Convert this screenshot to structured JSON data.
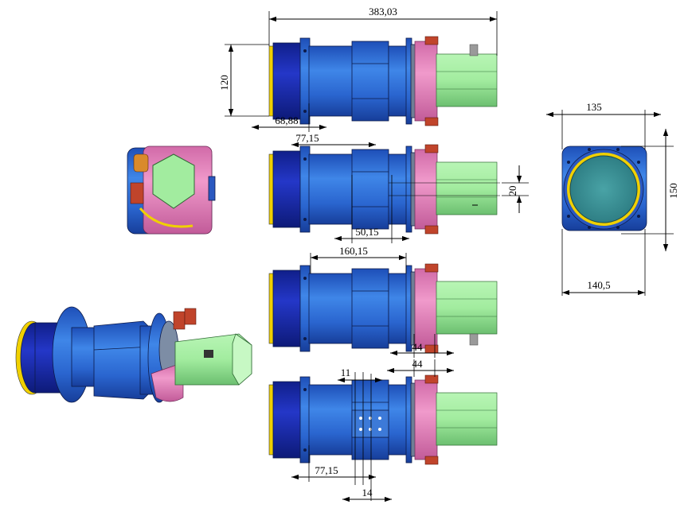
{
  "dimensions": {
    "overall_length": "383,03",
    "height_side": "120",
    "front_offset": "68,88",
    "offset_a": "77,15",
    "offset_b": "50,15",
    "height_small": "20",
    "mid_length": "160,15",
    "depth_a": "44",
    "depth_b": "44",
    "small_a": "11",
    "offset_c": "77,15",
    "small_b": "14",
    "end_width": "135",
    "end_height": "150",
    "end_base_width": "140,5"
  },
  "colors": {
    "body_blue": "#2f6fd8",
    "dark_blue": "#1c2fb0",
    "flange_pink": "#e98ac0",
    "box_green": "#9be89a",
    "lens_teal": "#3a8f95",
    "yellow": "#f0d000",
    "connector_red": "#c0442b"
  }
}
